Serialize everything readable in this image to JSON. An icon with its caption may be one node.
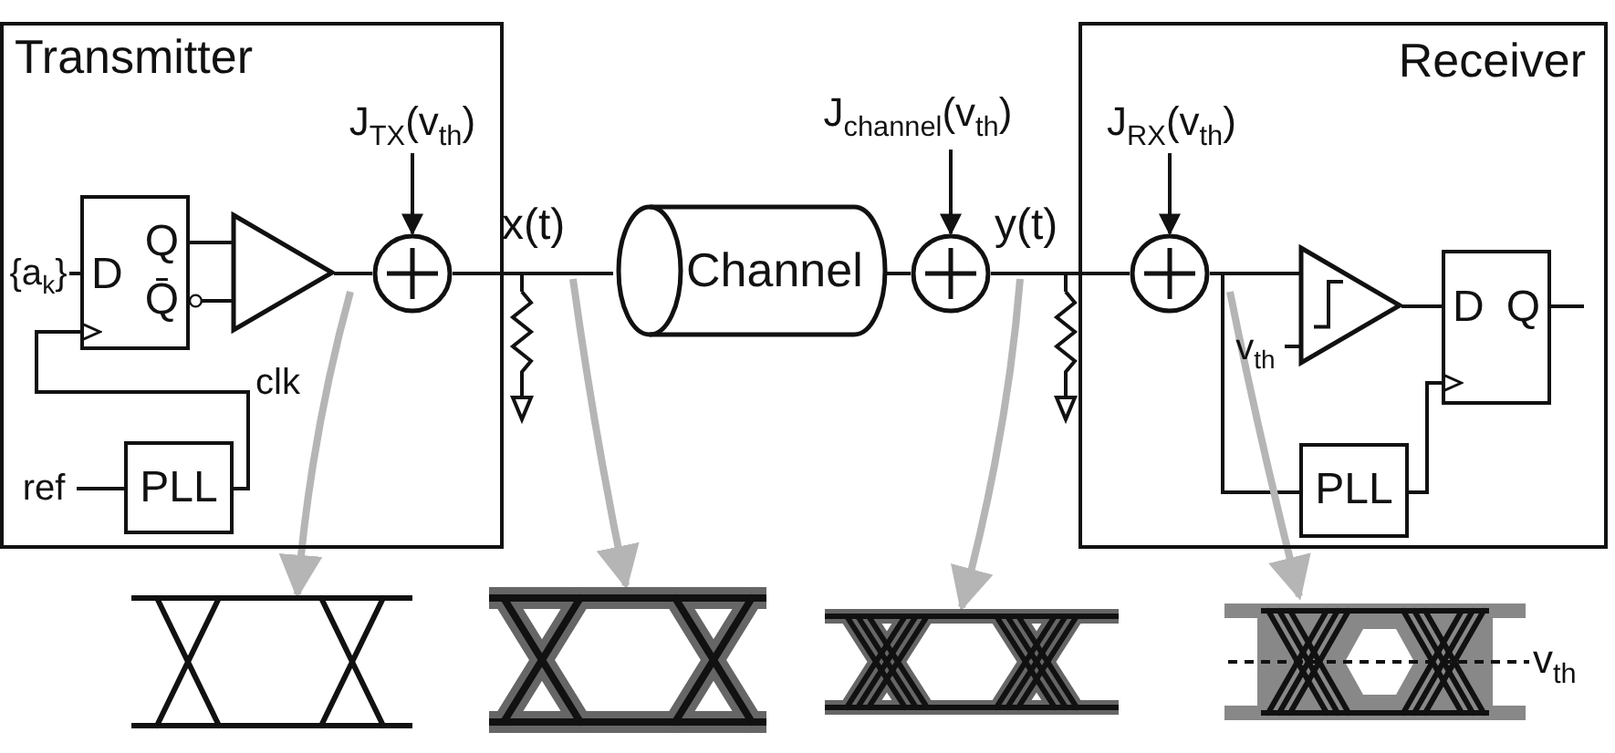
{
  "diagram": {
    "nodes": [
      {
        "text": [
          "Transmitter"
        ]
      },
      {
        "text": [
          "{a$_{k}$}"
        ],
        "in": 0
      },
      {
        "text": [
          "D",
          "Q",
          "Q̄"
        ],
        "in": 0
      },
      {
        "text": [],
        "shape": "triangle",
        "in": 0
      },
      {
        "text": [
          "J$_{TX}$(v$_{th}$)"
        ],
        "in": 0
      },
      {
        "text": [],
        "shape": "circle",
        "in": 0
      },
      {
        "text": [
          "ref"
        ],
        "in": 0
      },
      {
        "text": [
          "PLL"
        ],
        "in": 0
      },
      {
        "text": [
          "J$_{channel}$(v$_{th}$)"
        ]
      },
      {
        "text": [
          "Channel"
        ]
      },
      {
        "text": [],
        "shape": "circle"
      },
      {
        "text": [
          "Receiver"
        ]
      },
      {
        "text": [
          "J$_{RX}$(v$_{th}$)"
        ],
        "in": 11
      },
      {
        "text": [],
        "shape": "circle",
        "in": 11
      },
      {
        "text": [
          "v$_{th}$"
        ],
        "in": 11
      },
      {
        "text": [],
        "shape": "triangle",
        "in": 11
      },
      {
        "text": [
          "D",
          "Q"
        ],
        "in": 11
      },
      {
        "text": [
          "PLL"
        ],
        "in": 11
      },
      {
        "text": [],
        "shape": "picture"
      },
      {
        "text": [],
        "shape": "picture"
      },
      {
        "text": [],
        "shape": "picture"
      },
      {
        "text": [],
        "shape": "picture",
        "beside": [
          "v$_{th}$"
        ]
      },
      {
        "text": [],
        "shape": "resistor"
      },
      {
        "text": [],
        "shape": "resistor"
      }
    ],
    "edges": [
      {
        "from": 1,
        "to": 2,
        "arrow": "none"
      },
      {
        "from": 7,
        "to": 2,
        "arrow": "to"
      },
      {
        "from": 6,
        "to": 7,
        "arrow": "none"
      },
      {
        "from": 2,
        "to": 3,
        "arrow": "none"
      },
      {
        "from": 2,
        "to": 3,
        "arrow": "other"
      },
      {
        "from": 3,
        "to": 5,
        "arrow": "none"
      },
      {
        "from": 4,
        "to": 5,
        "arrow": "to"
      },
      {
        "from": 5,
        "to": 9,
        "arrow": "none"
      },
      {
        "from": 9,
        "to": 10,
        "arrow": "none"
      },
      {
        "from": 8,
        "to": 10,
        "arrow": "to"
      },
      {
        "from": 10,
        "to": 13,
        "arrow": "none"
      },
      {
        "from": 12,
        "to": 13,
        "arrow": "to"
      },
      {
        "from": 13,
        "to": 15,
        "arrow": "none"
      },
      {
        "from": 14,
        "to": 15,
        "arrow": "none"
      },
      {
        "from": 13,
        "to": 17,
        "arrow": "none"
      },
      {
        "from": 15,
        "to": 16,
        "arrow": "none"
      },
      {
        "from": 17,
        "to": 16,
        "arrow": "to"
      },
      {
        "from": 16,
        "to": null,
        "arrow": "none"
      },
      {
        "from": null,
        "to": 18,
        "arrow": "to",
        "style": "thick",
        "color": "#b5b5b5"
      },
      {
        "from": null,
        "to": 19,
        "arrow": "to",
        "style": "thick",
        "color": "#b5b5b5"
      },
      {
        "from": null,
        "to": 20,
        "arrow": "to",
        "style": "thick",
        "color": "#b5b5b5"
      },
      {
        "from": null,
        "to": 21,
        "arrow": "to",
        "style": "thick",
        "color": "#b5b5b5"
      },
      {
        "from": 5,
        "to": 22,
        "arrow": "none"
      },
      {
        "from": 10,
        "to": 23,
        "arrow": "none"
      }
    ],
    "labels": [
      "clk",
      "x(t)",
      "y(t)"
    ]
  }
}
